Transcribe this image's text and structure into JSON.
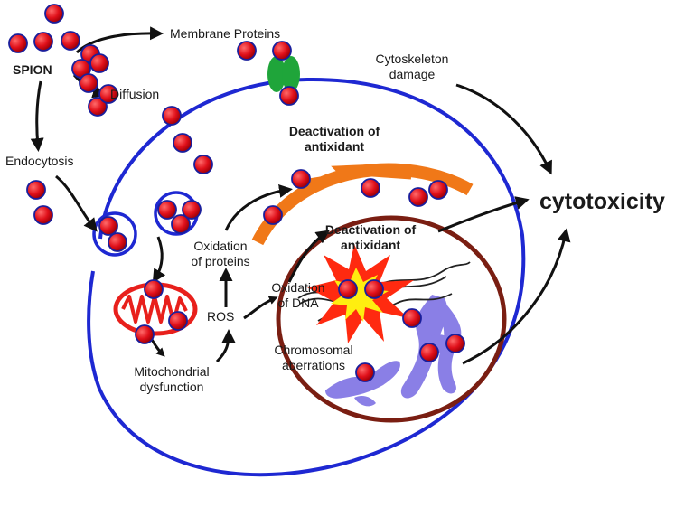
{
  "labels": {
    "spion": "SPION",
    "membrane_proteins": "Membrane Proteins",
    "diffusion": "Diffusion",
    "cytoskeleton_line1": "Cytoskeleton",
    "cytoskeleton_line2": "damage",
    "endocytosis": "Endocytosis",
    "deactivation_outer_line1": "Deactivation of",
    "deactivation_outer_line2": "antixidant",
    "cytotoxicity": "cytotoxicity",
    "deactivation_inner_line1": "Deactivation of",
    "deactivation_inner_line2": "antixidant",
    "oxidation_proteins_line1": "Oxidation",
    "oxidation_proteins_line2": "of proteins",
    "oxidation_dna_line1": "Oxidation",
    "oxidation_dna_line2": "of DNA",
    "ros": "ROS",
    "chromosomal_line1": "Chromosomal",
    "chromosomal_line2": "aberrations",
    "mitochondrial_line1": "Mitochondrial",
    "mitochondrial_line2": "dysfunction"
  },
  "colors": {
    "cell_membrane": "#1e28d2",
    "nucleus": "#7a1e12",
    "nanoparticle": "#e0101a",
    "nanoparticle_outline": "#1a1f9c",
    "membrane_protein": "#1fa53a",
    "endoplasmic_reticulum": "#f07818",
    "mitochondrion": "#e8201c",
    "chromosome": "#8a7fe6",
    "dna_damage_burst": "#ff2a10",
    "dna_damage_core": "#ffee10",
    "arrow": "#111111"
  },
  "icons": [
    "nanoparticle",
    "membrane-protein",
    "mitochondrion",
    "endoplasmic-reticulum",
    "nucleus",
    "chromosome",
    "dna-strand",
    "dna-damage-burst",
    "arrow"
  ]
}
